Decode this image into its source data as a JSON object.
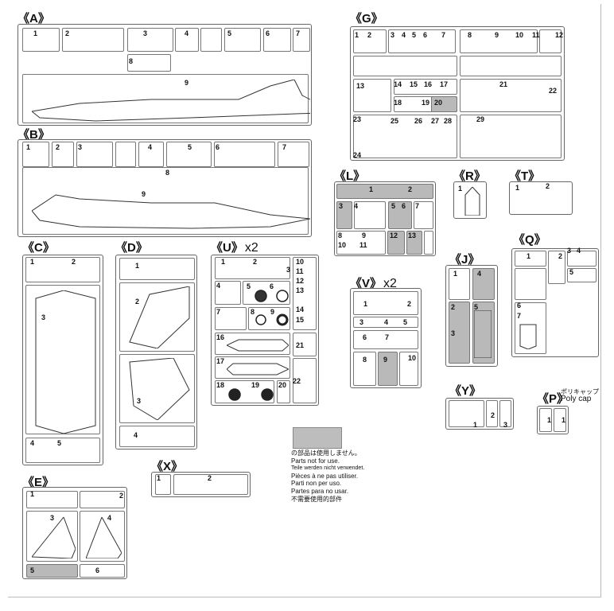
{
  "sprues": {
    "A": {
      "title": "《A》",
      "parts": [
        "1",
        "2",
        "3",
        "4",
        "5",
        "6",
        "7",
        "8",
        "9"
      ]
    },
    "B": {
      "title": "《B》",
      "parts": [
        "1",
        "2",
        "3",
        "4",
        "5",
        "6",
        "7",
        "8",
        "9"
      ]
    },
    "C": {
      "title": "《C》",
      "parts": [
        "1",
        "2",
        "3",
        "4",
        "5"
      ]
    },
    "D": {
      "title": "《D》",
      "parts": [
        "1",
        "2",
        "3",
        "4"
      ]
    },
    "U": {
      "title": "《U》",
      "multiplier": "x2",
      "parts": [
        "1",
        "2",
        "3",
        "4",
        "5",
        "6",
        "7",
        "8",
        "9",
        "10",
        "11",
        "12",
        "13",
        "14",
        "15",
        "16",
        "17",
        "18",
        "19",
        "20",
        "21",
        "22"
      ]
    },
    "E": {
      "title": "《E》",
      "parts": [
        "1",
        "2",
        "3",
        "4",
        "5",
        "6"
      ]
    },
    "X": {
      "title": "《X》",
      "parts": [
        "1",
        "2"
      ]
    },
    "G": {
      "title": "《G》",
      "parts": [
        "1",
        "2",
        "3",
        "4",
        "5",
        "6",
        "7",
        "8",
        "9",
        "10",
        "11",
        "12",
        "13",
        "14",
        "15",
        "16",
        "17",
        "18",
        "19",
        "20",
        "21",
        "22",
        "23",
        "24",
        "25",
        "26",
        "27",
        "28",
        "29"
      ]
    },
    "L": {
      "title": "《L》",
      "parts": [
        "1",
        "2",
        "3",
        "4",
        "5",
        "6",
        "7",
        "8",
        "9",
        "10",
        "11",
        "12",
        "13"
      ]
    },
    "R": {
      "title": "《R》",
      "parts": [
        "1"
      ]
    },
    "T": {
      "title": "《T》",
      "parts": [
        "1",
        "2"
      ]
    },
    "V": {
      "title": "《V》",
      "multiplier": "x2",
      "parts": [
        "1",
        "2",
        "3",
        "4",
        "5",
        "6",
        "7",
        "8",
        "9",
        "10"
      ]
    },
    "J": {
      "title": "《J》",
      "parts": [
        "1",
        "2",
        "3",
        "4",
        "5"
      ]
    },
    "Q": {
      "title": "《Q》",
      "parts": [
        "1",
        "2",
        "3",
        "4",
        "5",
        "6",
        "7"
      ]
    },
    "Y": {
      "title": "《Y》",
      "parts": [
        "1",
        "2",
        "3"
      ]
    },
    "P": {
      "title": "《P》",
      "parts": [
        "1",
        "1"
      ],
      "label_jp": "ポリキャップ",
      "label_en": "Poly cap"
    }
  },
  "legend": {
    "color": "#bdbdbd",
    "lines": [
      "の部品は使用しません。",
      "Parts not for use.",
      "Teile werden nicht verwendet.",
      "Pièces à ne pas utiliser.",
      "Parti non per uso.",
      "Partes para no usar.",
      "不需要使用的部件"
    ]
  }
}
